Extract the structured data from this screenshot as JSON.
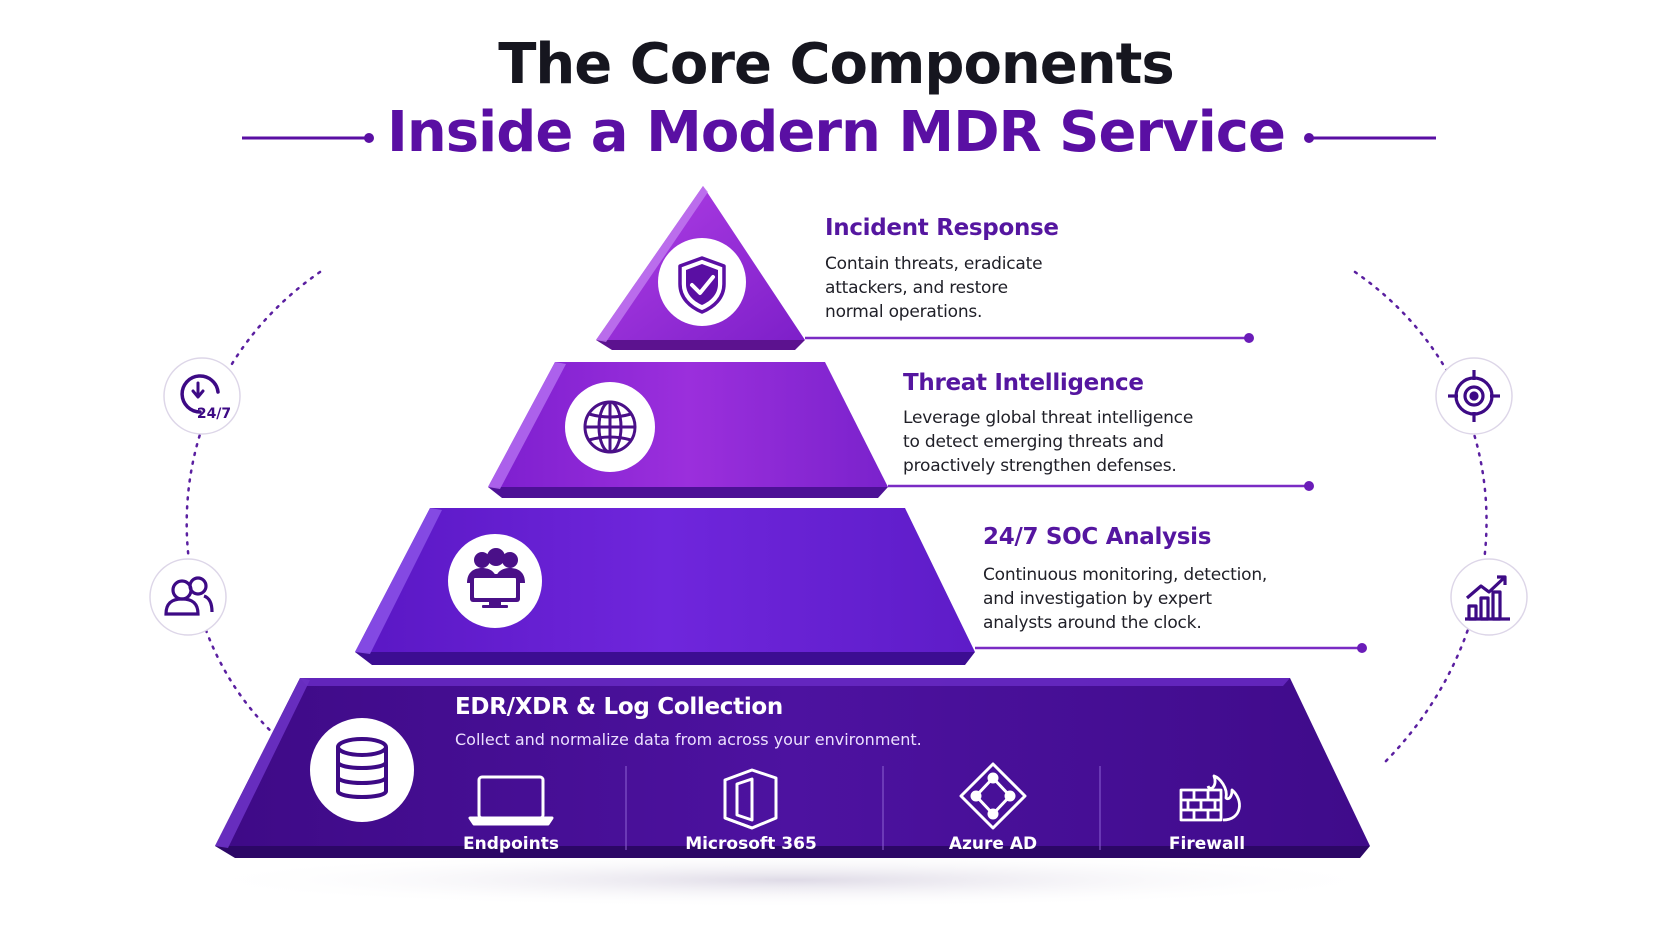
{
  "header": {
    "title_line1": "The Core Components",
    "title_line2": "Inside a Modern MDR Service"
  },
  "layers": [
    {
      "id": "incident-response",
      "title": "Incident Response",
      "description_lines": [
        "Contain threats, eradicate",
        "attackers, and restore",
        "normal operations."
      ],
      "icon": "shield-check-icon"
    },
    {
      "id": "threat-intelligence",
      "title": "Threat Intelligence",
      "description_lines": [
        "Leverage global threat intelligence",
        "to detect emerging threats and",
        "proactively strengthen defenses."
      ],
      "icon": "globe-icon"
    },
    {
      "id": "soc-analysis",
      "title": "24/7 SOC Analysis",
      "description_lines": [
        "Continuous monitoring, detection,",
        "and investigation by expert",
        "analysts around the clock."
      ],
      "icon": "analysts-monitor-icon"
    },
    {
      "id": "edr-xdr",
      "title": "EDR/XDR & Log Collection",
      "description": "Collect and normalize data from across your environment.",
      "icon": "database-icon",
      "sources": [
        {
          "label": "Endpoints",
          "icon": "laptop-icon"
        },
        {
          "label": "Microsoft 365",
          "icon": "office-icon"
        },
        {
          "label": "Azure AD",
          "icon": "azure-ad-icon"
        },
        {
          "label": "Firewall",
          "icon": "firewall-icon"
        }
      ]
    }
  ],
  "side_icons": {
    "left": [
      {
        "icon": "clock-247-icon",
        "text": "24/7"
      },
      {
        "icon": "users-icon"
      }
    ],
    "right": [
      {
        "icon": "target-icon"
      },
      {
        "icon": "growth-chart-icon"
      }
    ]
  },
  "colors": {
    "title_dark": "#16161f",
    "accent_purple": "#5a0fa3",
    "tier1": "#9b2fd6",
    "tier2": "#8526d4",
    "tier3": "#6a20d6",
    "tier4": "#4b109a",
    "connector": "#7a2bc4"
  }
}
